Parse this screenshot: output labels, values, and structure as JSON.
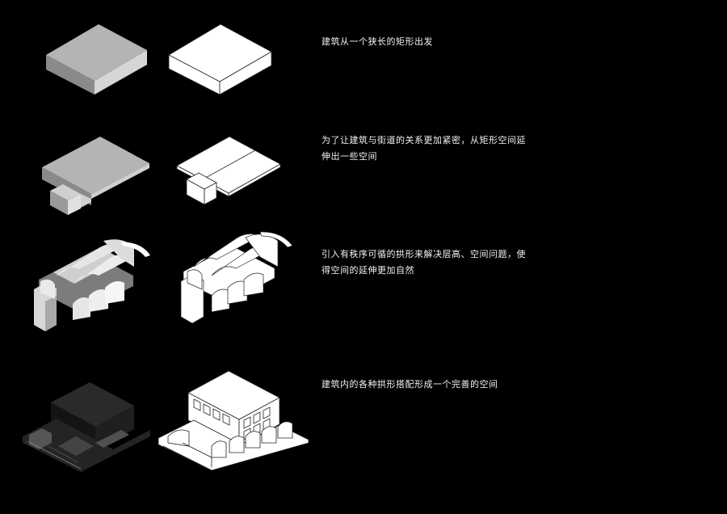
{
  "steps": [
    {
      "caption": "建筑从一个狭长的矩形出发"
    },
    {
      "caption": "为了让建筑与街道的关系更加紧密，从矩形空间延伸出一些空间"
    },
    {
      "caption": "引入有秩序可循的拱形来解决层高、空间问题，使得空间的延伸更加自然"
    },
    {
      "caption": "建筑内的各种拱形搭配形成一个完善的空间"
    }
  ],
  "colors": {
    "background": "#000000",
    "text": "#f2f2f2",
    "massing_light": "#ffffff",
    "massing_gray": "#a8a8a8",
    "massing_dark": "#1e1e1e"
  }
}
